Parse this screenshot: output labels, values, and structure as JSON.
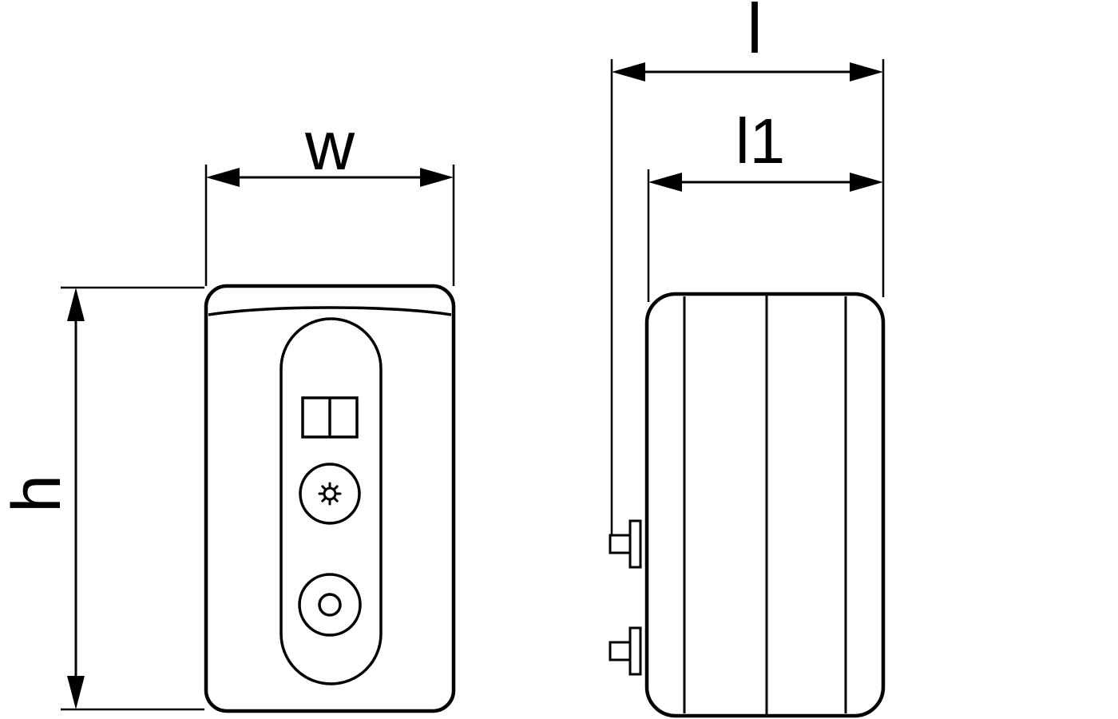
{
  "diagram": {
    "labels": {
      "width": "w",
      "height": "h",
      "length": "l",
      "length_inner": "l1"
    },
    "colors": {
      "line": "#000000",
      "background": "#ffffff"
    }
  }
}
